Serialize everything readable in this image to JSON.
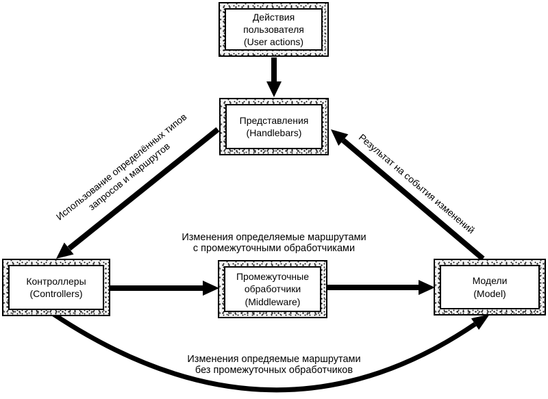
{
  "title": "MVC request flow diagram (Express / Handlebars)",
  "colors": {
    "ink": "#000000",
    "paper": "#ffffff",
    "speckle_fill": "#f2f2f2"
  },
  "boxes": {
    "user_actions": {
      "lines": [
        "Действия",
        "пользователя",
        "(User actions)"
      ]
    },
    "views": {
      "lines": [
        "Представления",
        "(Handlebars)"
      ]
    },
    "controllers": {
      "lines": [
        "Контроллеры",
        "(Controllers)"
      ]
    },
    "middleware": {
      "lines": [
        "Промежуточные",
        "обработчики",
        "(Middleware)"
      ]
    },
    "models": {
      "lines": [
        "Модели",
        "(Model)"
      ]
    }
  },
  "labels": {
    "request_types": {
      "line1": "Использование определённых типов",
      "line2": "запросов и маршрутов"
    },
    "change_events": {
      "text": "Результат на события изменений"
    },
    "with_middleware": {
      "line1": "Изменения определяемые маршрутами",
      "line2": "с промежуточными обработчиками"
    },
    "without_middleware": {
      "line1": "Изменения опредяемые маршрутами",
      "line2": "без промежуточных обработчиков"
    }
  },
  "edges": [
    {
      "name": "user-actions-to-views",
      "from": "user_actions",
      "to": "views"
    },
    {
      "name": "views-to-controllers",
      "from": "views",
      "to": "controllers",
      "label": "request_types"
    },
    {
      "name": "models-to-views",
      "from": "models",
      "to": "views",
      "label": "change_events"
    },
    {
      "name": "controllers-to-middleware",
      "from": "controllers",
      "to": "middleware"
    },
    {
      "name": "middleware-to-models",
      "from": "middleware",
      "to": "models",
      "label": "with_middleware"
    },
    {
      "name": "controllers-to-models-direct",
      "from": "controllers",
      "to": "models",
      "label": "without_middleware"
    }
  ]
}
